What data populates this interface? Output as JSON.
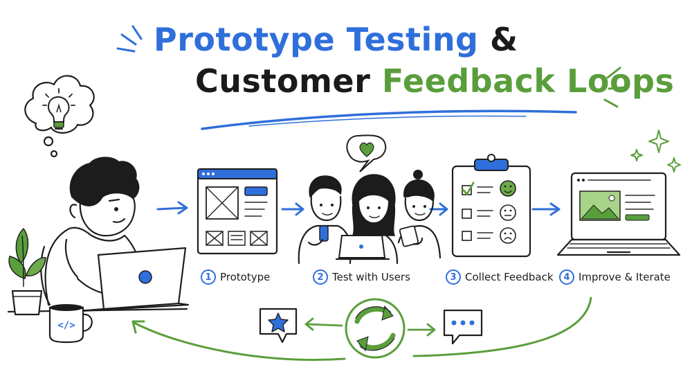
{
  "title": {
    "line1_part1": "Prototype Testing",
    "line1_part2": "&",
    "line2_part1": "Customer",
    "line2_part2": "Feedback Loops"
  },
  "steps": [
    {
      "number": "1",
      "label": "Prototype"
    },
    {
      "number": "2",
      "label": "Test with Users"
    },
    {
      "number": "3",
      "label": "Collect Feedback"
    },
    {
      "number": "4",
      "label": "Improve & Iterate"
    }
  ],
  "mug_label": "</>",
  "colors": {
    "accent_blue": "#2f6fdb",
    "accent_green": "#5a9e3c",
    "ink": "#1e1e1e"
  },
  "icons": [
    "lightbulb-icon",
    "heart-icon",
    "star-icon",
    "ellipsis-icon",
    "refresh-cycle-icon",
    "smiley-icon",
    "neutral-face-icon",
    "sad-face-icon",
    "checkmark-icon",
    "sparkle-icon"
  ]
}
